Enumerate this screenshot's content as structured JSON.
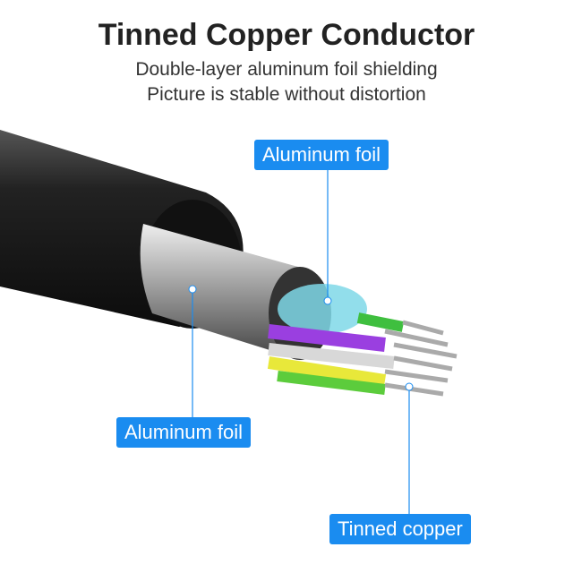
{
  "title": "Tinned Copper Conductor",
  "subtitle_lines": [
    "Double-layer aluminum foil shielding",
    "Picture is stable without distortion"
  ],
  "callouts": {
    "inner_foil": "Aluminum foil",
    "outer_foil": "Aluminum foil",
    "conductor": "Tinned copper"
  },
  "colors": {
    "accent": "#1a8cf0",
    "jacket": "#1c1c1c"
  }
}
